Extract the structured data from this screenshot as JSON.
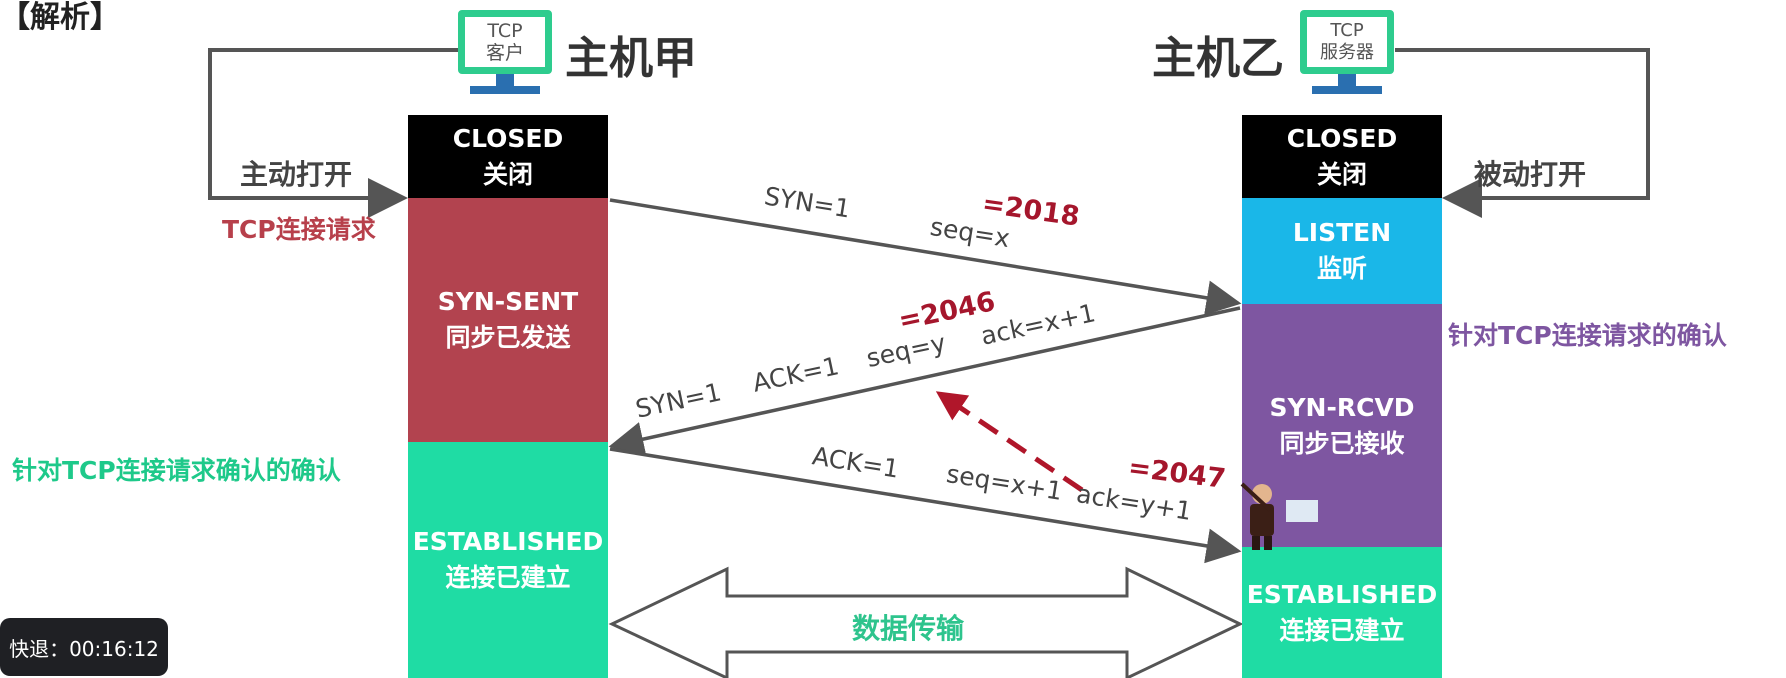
{
  "corner_text": "【解析】",
  "client": {
    "monitor_line1": "TCP",
    "monitor_line2": "客户",
    "title": "主机甲",
    "open_label": "主动打开",
    "request_note": "TCP连接请求",
    "ack_note": "针对TCP连接请求确认的确认"
  },
  "server": {
    "monitor_line1": "TCP",
    "monitor_line2": "服务器",
    "title": "主机乙",
    "open_label": "被动打开",
    "ack_note": "针对TCP连接请求的确认"
  },
  "states": {
    "client_closed_en": "CLOSED",
    "client_closed_zh": "关闭",
    "syn_sent_en": "SYN-SENT",
    "syn_sent_zh": "同步已发送",
    "client_est_en": "ESTABLISHED",
    "client_est_zh": "连接已建立",
    "server_closed_en": "CLOSED",
    "server_closed_zh": "关闭",
    "listen_en": "LISTEN",
    "listen_zh": "监听",
    "syn_rcvd_en": "SYN-RCVD",
    "syn_rcvd_zh": "同步已接收",
    "server_est_en": "ESTABLISHED",
    "server_est_zh": "连接已建立"
  },
  "messages": {
    "m1_syn": "SYN=1",
    "m1_seq": "seq=x",
    "m1_value": "=2018",
    "m2_syn": "SYN=1",
    "m2_ack": "ACK=1",
    "m2_seq": "seq=y",
    "m2_acknum": "ack=x+1",
    "m2_value": "=2046",
    "m3_ack": "ACK=1",
    "m3_seq": "seq=x+1",
    "m3_acknum": "ack=y+1",
    "m3_value": "=2047"
  },
  "data_transfer_label": "数据传输",
  "timer_text": "快退：00:16:12",
  "colors": {
    "closed": "#000000",
    "syn_sent": "#b2434f",
    "established": "#1fdca4",
    "listen": "#1ab7e8",
    "syn_rcvd": "#7e56a1",
    "request_note": "#b7404b",
    "ack_note_client": "#1ec98a",
    "ack_note_server": "#7e56a1",
    "highlight_number": "#a5162c",
    "data_transfer": "#2ec48d"
  }
}
